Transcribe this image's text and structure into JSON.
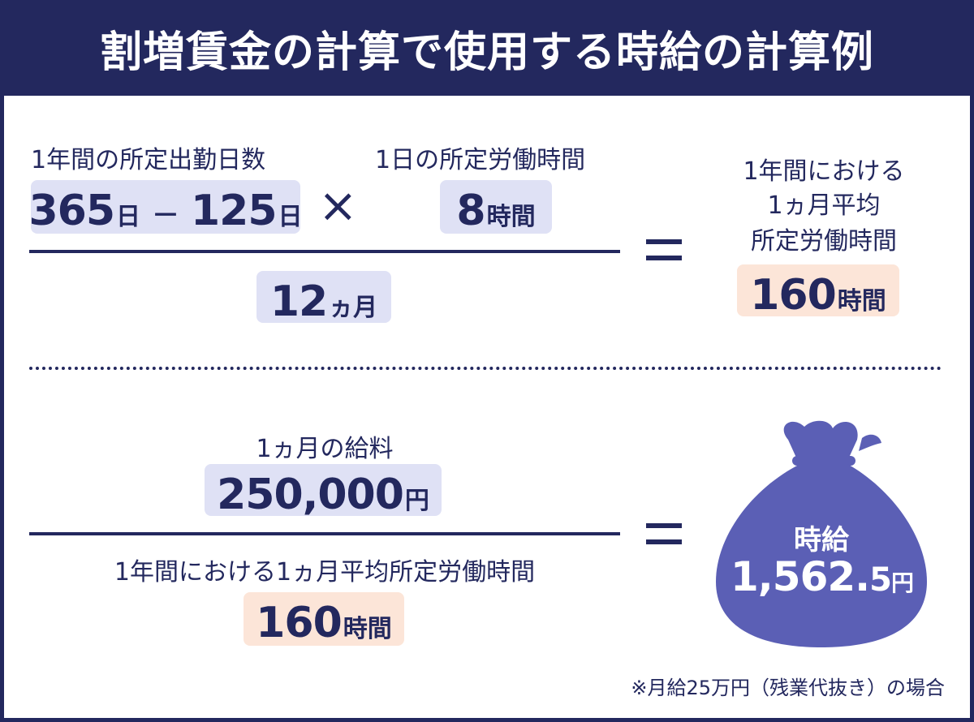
{
  "title": "割増賃金の計算で使用する時給の計算例",
  "top": {
    "numerator_left_label": "1年間の所定出勤日数",
    "days_a_value": "365",
    "days_a_unit": "日",
    "minus": "－",
    "days_b_value": "125",
    "days_b_unit": "日",
    "times": "×",
    "numerator_right_label": "1日の所定労働時間",
    "hours_value": "8",
    "hours_unit": "時間",
    "denominator_value": "12",
    "denominator_unit": "ヵ月",
    "result_label_line1": "1年間における",
    "result_label_line2": "1ヵ月平均",
    "result_label_line3": "所定労働時間",
    "result_value": "160",
    "result_unit": "時間"
  },
  "bottom": {
    "numerator_label": "1ヵ月の給料",
    "salary_value": "250,000",
    "salary_unit": "円",
    "denominator_label": "1年間における1ヵ月平均所定労働時間",
    "denominator_value": "160",
    "denominator_unit": "時間",
    "bag_label": "時給",
    "bag_value_main": "1,562.",
    "bag_value_small": "5",
    "bag_unit": "円"
  },
  "note": "※月給25万円（残業代抜き）の場合",
  "colors": {
    "navy": "#23285e",
    "pill_blue": "#dfe1f5",
    "pill_peach": "#fce5d8",
    "bag": "#5b5fb5"
  },
  "icons": [
    "money-bag-icon"
  ]
}
